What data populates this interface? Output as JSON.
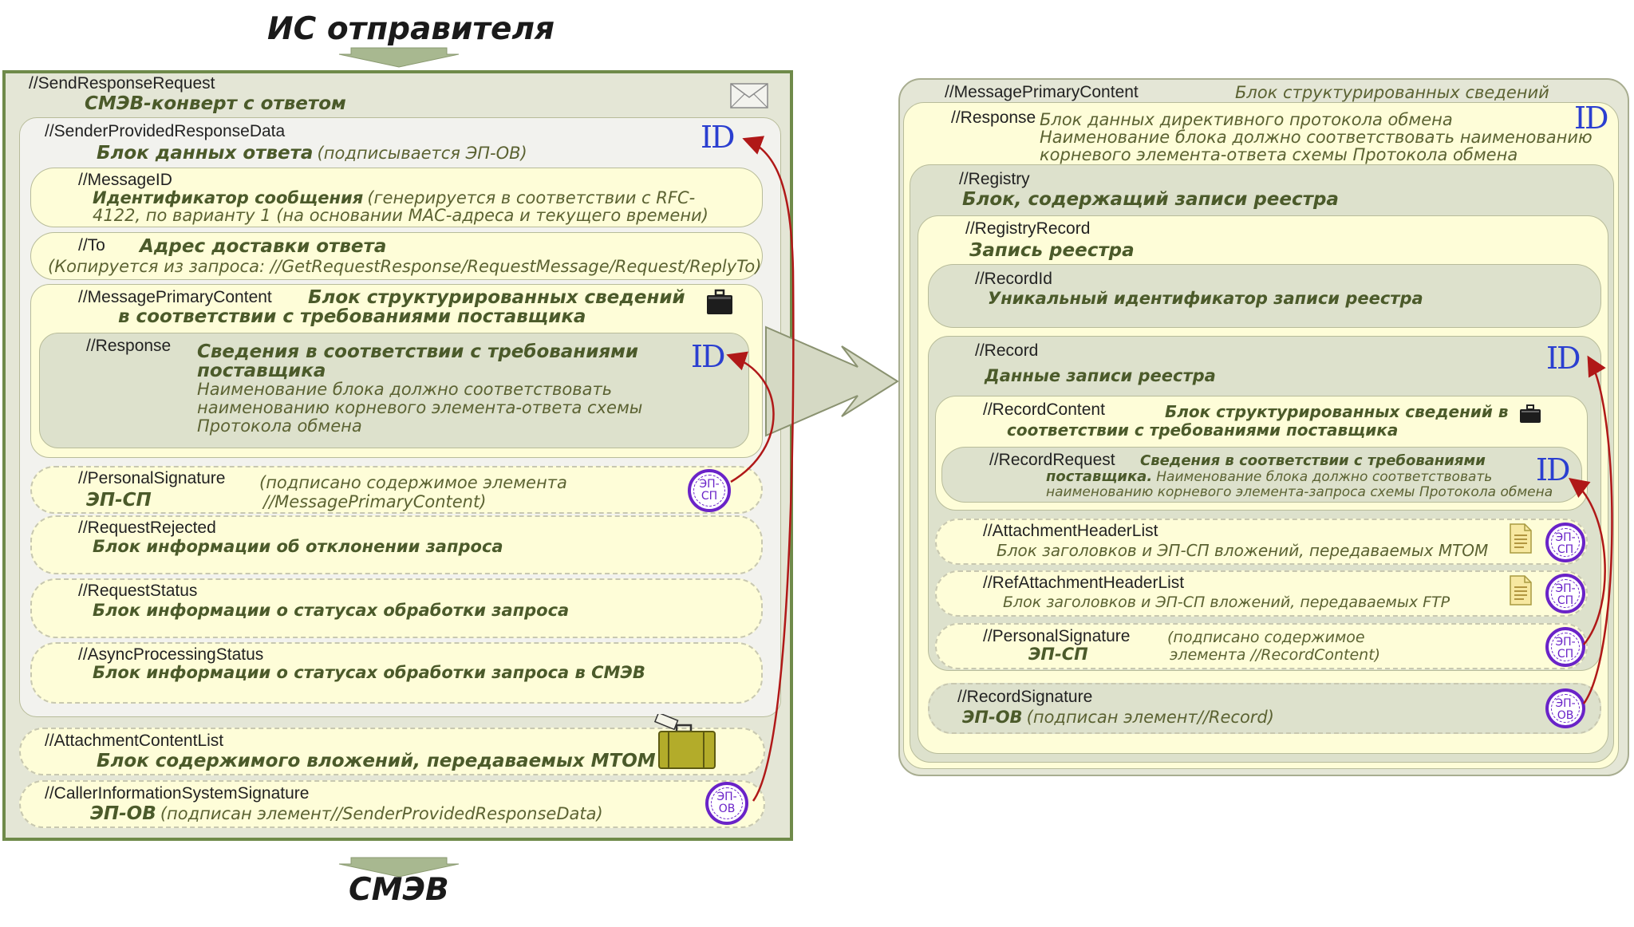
{
  "header_top": "ИС отправителя",
  "footer_bottom": "СМЭВ",
  "left": {
    "root_tag": "//SendResponseRequest",
    "root_desc": "СМЭВ-конверт с ответом",
    "sprd_tag": "//SenderProvidedResponseData",
    "sprd_desc": "Блок данных ответа",
    "sprd_note": "(подписывается ЭП-ОВ)",
    "msgid_tag": "//MessageID",
    "msgid_desc": "Идентификатор сообщения",
    "msgid_note1": "(генерируется в соответствии с RFC-",
    "msgid_note2": "4122, по варианту 1 (на основании MAC-адреса и текущего времени)",
    "to_tag": "//To",
    "to_desc": "Адрес доставки ответа",
    "to_note": "(Копируется из запроса: //GetRequestResponse/RequestMessage/Request/ReplyTo)",
    "mpc_tag": "//MessagePrimaryContent",
    "mpc_desc1": "Блок структурированных сведений",
    "mpc_desc2": "в соответствии с требованиями поставщика",
    "resp_tag": "//Response",
    "resp_desc1": "Сведения в соответствии с требованиями",
    "resp_desc2": "поставщика",
    "resp_note1": "Наименование блока должно соответствовать",
    "resp_note2": "наименованию корневого элемента-ответа схемы",
    "resp_note3": "Протокола обмена",
    "ps_tag": "//PersonalSignature",
    "ps_desc": "ЭП-СП",
    "ps_note1": "(подписано содержимое элемента",
    "ps_note2": "//MessagePrimaryContent)",
    "rr_tag": "//RequestRejected",
    "rr_desc": "Блок информации об отклонении запроса",
    "rs_tag": "//RequestStatus",
    "rs_desc": "Блок информации о статусах обработки запроса",
    "aps_tag": "//AsyncProcessingStatus",
    "aps_desc": "Блок информации о статусах обработки запроса в СМЭВ",
    "acl_tag": "//AttachmentContentList",
    "acl_desc": "Блок содержимого вложений, передаваемых МТОМ",
    "cis_tag": "//CallerInformationSystemSignature",
    "cis_desc": "ЭП-ОВ",
    "cis_note": "(подписан элемент//SenderProvidedResponseData)"
  },
  "right": {
    "mpc_tag": "//MessagePrimaryContent",
    "mpc_desc": "Блок структурированных сведений",
    "resp_tag": "//Response",
    "resp_note1": "Блок данных директивного протокола обмена",
    "resp_note2": "Наименование блока должно соответствовать наименованию",
    "resp_note3": "корневого элемента-ответа схемы Протокола обмена",
    "reg_tag": "//Registry",
    "reg_desc": "Блок, содержащий записи реестра",
    "rec_tag": "//RegistryRecord",
    "rec_desc": "Запись реестра",
    "rid_tag": "//RecordId",
    "rid_desc": "Уникальный идентификатор записи реестра",
    "record_tag": "//Record",
    "record_desc": "Данные записи реестра",
    "rc_tag": "//RecordContent",
    "rc_desc1": "Блок структурированных сведений в",
    "rc_desc2": "соответствии с требованиями поставщика",
    "rreq_tag": "//RecordRequest",
    "rreq_desc1": "Сведения в соответствии с требованиями",
    "rreq_desc2": "поставщика.",
    "rreq_note1": "Наименование блока должно соответствовать",
    "rreq_note2": "наименованию корневого элемента-запроса схемы Протокола обмена",
    "ahl_tag": "//AttachmentHeaderList",
    "ahl_desc": "Блок заголовков и ЭП-СП вложений, передаваемых МТОМ",
    "rahl_tag": "//RefAttachmentHeaderList",
    "rahl_desc": "Блок заголовков и ЭП-СП вложений, передаваемых FTP",
    "ps_tag": "//PersonalSignature",
    "ps_desc": "ЭП-СП",
    "ps_note1": "(подписано содержимое",
    "ps_note2": "элемента //RecordContent)",
    "rs_tag": "//RecordSignature",
    "rs_desc": "ЭП-ОВ",
    "rs_note": "(подписан элемент//Record)"
  },
  "marks": {
    "id": "ID",
    "seal_sp_1": "ЭП-",
    "seal_sp_2": "СП",
    "seal_ov_1": "ЭП-",
    "seal_ov_2": "ОВ"
  },
  "colors": {
    "yellow_box": "#fefdd8",
    "grey_box": "#dde1cc",
    "outer_border": "#6f8a4a",
    "id_blue": "#2b3fd0",
    "seal_purple": "#6a23c8",
    "arrow_red": "#b01818"
  }
}
